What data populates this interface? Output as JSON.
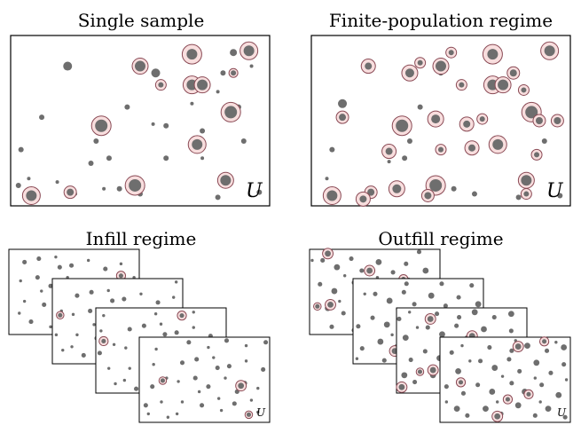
{
  "colors": {
    "point": "#6e6e6e",
    "ring_fill": "#f8dede",
    "ring_stroke": "#8a4a55",
    "frame": "#000000"
  },
  "panels": {
    "single": {
      "title": "Single sample",
      "region_label": "U",
      "points": [
        [
          0.22,
          0.18,
          5
        ],
        [
          0.56,
          0.22,
          5
        ],
        [
          0.86,
          0.1,
          4
        ],
        [
          0.82,
          0.22,
          3
        ],
        [
          0.45,
          0.42,
          3
        ],
        [
          0.12,
          0.48,
          3
        ],
        [
          0.6,
          0.53,
          3
        ],
        [
          0.04,
          0.67,
          3
        ],
        [
          0.33,
          0.62,
          3
        ],
        [
          0.31,
          0.75,
          3
        ],
        [
          0.38,
          0.72,
          3
        ],
        [
          0.6,
          0.72,
          3
        ],
        [
          0.74,
          0.72,
          2
        ],
        [
          0.9,
          0.62,
          3
        ],
        [
          0.42,
          0.9,
          3
        ],
        [
          0.5,
          0.93,
          3
        ],
        [
          0.8,
          0.95,
          3
        ],
        [
          0.36,
          0.9,
          2
        ],
        [
          0.07,
          0.84,
          2
        ],
        [
          0.03,
          0.88,
          3
        ],
        [
          0.83,
          0.47,
          3
        ],
        [
          0.88,
          0.42,
          3
        ],
        [
          0.7,
          0.4,
          2
        ],
        [
          0.8,
          0.33,
          2
        ],
        [
          0.74,
          0.56,
          3
        ],
        [
          0.96,
          0.92,
          3
        ],
        [
          0.25,
          0.93,
          2
        ],
        [
          0.18,
          0.86,
          2
        ],
        [
          0.93,
          0.18,
          2
        ],
        [
          0.55,
          0.52,
          2
        ]
      ],
      "ringed": [
        [
          0.7,
          0.11,
          6,
          11
        ],
        [
          0.92,
          0.09,
          6,
          10
        ],
        [
          0.5,
          0.18,
          6,
          9
        ],
        [
          0.58,
          0.29,
          3,
          6
        ],
        [
          0.7,
          0.29,
          6,
          10
        ],
        [
          0.74,
          0.29,
          6,
          9
        ],
        [
          0.85,
          0.45,
          7,
          11
        ],
        [
          0.35,
          0.53,
          7,
          11
        ],
        [
          0.72,
          0.64,
          6,
          10
        ],
        [
          0.48,
          0.88,
          7,
          11
        ],
        [
          0.83,
          0.85,
          6,
          9
        ],
        [
          0.08,
          0.94,
          6,
          10
        ],
        [
          0.23,
          0.92,
          4,
          7
        ],
        [
          0.86,
          0.22,
          3,
          5
        ]
      ]
    },
    "finite": {
      "title": "Finite-population regime",
      "region_label": "U",
      "points": [
        [
          0.12,
          0.4,
          5
        ],
        [
          0.08,
          0.67,
          3
        ],
        [
          0.9,
          0.1,
          4
        ],
        [
          0.84,
          0.45,
          3
        ],
        [
          0.96,
          0.94,
          3
        ],
        [
          0.42,
          0.42,
          3
        ],
        [
          0.6,
          0.53,
          3
        ],
        [
          0.36,
          0.72,
          3
        ],
        [
          0.38,
          0.62,
          3
        ],
        [
          0.55,
          0.9,
          3
        ],
        [
          0.63,
          0.93,
          3
        ],
        [
          0.8,
          0.95,
          3
        ],
        [
          0.06,
          0.84,
          2
        ],
        [
          0.9,
          0.62,
          3
        ],
        [
          0.5,
          0.22,
          3
        ],
        [
          0.3,
          0.74,
          2
        ]
      ],
      "ringed": [
        [
          0.7,
          0.11,
          6,
          11
        ],
        [
          0.92,
          0.09,
          6,
          10
        ],
        [
          0.5,
          0.18,
          6,
          9
        ],
        [
          0.58,
          0.29,
          3,
          6
        ],
        [
          0.7,
          0.29,
          6,
          10
        ],
        [
          0.74,
          0.29,
          6,
          9
        ],
        [
          0.85,
          0.45,
          7,
          11
        ],
        [
          0.35,
          0.53,
          7,
          11
        ],
        [
          0.72,
          0.64,
          6,
          10
        ],
        [
          0.48,
          0.88,
          7,
          11
        ],
        [
          0.83,
          0.85,
          6,
          9
        ],
        [
          0.08,
          0.94,
          6,
          10
        ],
        [
          0.23,
          0.92,
          4,
          7
        ],
        [
          0.22,
          0.18,
          4,
          8
        ],
        [
          0.38,
          0.22,
          5,
          9
        ],
        [
          0.54,
          0.1,
          3,
          6
        ],
        [
          0.78,
          0.22,
          4,
          7
        ],
        [
          0.82,
          0.32,
          3,
          6
        ],
        [
          0.88,
          0.5,
          4,
          7
        ],
        [
          0.12,
          0.48,
          4,
          7
        ],
        [
          0.6,
          0.52,
          4,
          8
        ],
        [
          0.66,
          0.49,
          3,
          6
        ],
        [
          0.62,
          0.66,
          4,
          8
        ],
        [
          0.5,
          0.67,
          3,
          6
        ],
        [
          0.3,
          0.68,
          4,
          8
        ],
        [
          0.33,
          0.9,
          5,
          9
        ],
        [
          0.2,
          0.96,
          4,
          8
        ],
        [
          0.45,
          0.94,
          4,
          7
        ],
        [
          0.83,
          0.93,
          3,
          6
        ],
        [
          0.95,
          0.5,
          4,
          7
        ],
        [
          0.48,
          0.49,
          5,
          9
        ],
        [
          0.42,
          0.16,
          3,
          6
        ],
        [
          0.87,
          0.7,
          3,
          6
        ]
      ]
    },
    "infill": {
      "title": "Infill regime",
      "region_label": "U",
      "points": [
        [
          0.1,
          0.12,
          3
        ],
        [
          0.2,
          0.08,
          3
        ],
        [
          0.32,
          0.06,
          2
        ],
        [
          0.46,
          0.16,
          3
        ],
        [
          0.58,
          0.1,
          2
        ],
        [
          0.7,
          0.2,
          3
        ],
        [
          0.84,
          0.14,
          2
        ],
        [
          0.06,
          0.34,
          2
        ],
        [
          0.18,
          0.3,
          3
        ],
        [
          0.3,
          0.4,
          3
        ],
        [
          0.42,
          0.3,
          2
        ],
        [
          0.56,
          0.36,
          3
        ],
        [
          0.68,
          0.42,
          2
        ],
        [
          0.82,
          0.4,
          3
        ],
        [
          0.92,
          0.3,
          2
        ],
        [
          0.1,
          0.58,
          2
        ],
        [
          0.24,
          0.62,
          3
        ],
        [
          0.36,
          0.54,
          2
        ],
        [
          0.5,
          0.6,
          3
        ],
        [
          0.62,
          0.56,
          2
        ],
        [
          0.76,
          0.62,
          3
        ],
        [
          0.9,
          0.58,
          2
        ],
        [
          0.14,
          0.82,
          3
        ],
        [
          0.28,
          0.88,
          2
        ],
        [
          0.44,
          0.8,
          3
        ],
        [
          0.58,
          0.86,
          2
        ],
        [
          0.72,
          0.82,
          3
        ],
        [
          0.86,
          0.9,
          2
        ],
        [
          0.36,
          0.18,
          3
        ],
        [
          0.78,
          0.72,
          2
        ],
        [
          0.52,
          0.46,
          3
        ],
        [
          0.22,
          0.46,
          2
        ],
        [
          0.66,
          0.7,
          2
        ],
        [
          0.4,
          0.68,
          2
        ],
        [
          0.94,
          0.76,
          2
        ],
        [
          0.04,
          0.72,
          2
        ]
      ],
      "ringed": [
        [
          0.82,
          0.26,
          3,
          6
        ],
        [
          0.56,
          0.4,
          4,
          7
        ],
        [
          0.72,
          0.58,
          3,
          5
        ],
        [
          0.88,
          0.34,
          3,
          5
        ],
        [
          0.5,
          0.86,
          3,
          6
        ],
        [
          0.62,
          0.74,
          3,
          5
        ]
      ]
    },
    "outfill": {
      "title": "Outfill regime",
      "region_label": "U",
      "points": [
        [
          0.08,
          0.1,
          3
        ],
        [
          0.18,
          0.18,
          4
        ],
        [
          0.28,
          0.08,
          3
        ],
        [
          0.38,
          0.22,
          3
        ],
        [
          0.5,
          0.12,
          4
        ],
        [
          0.6,
          0.24,
          3
        ],
        [
          0.72,
          0.14,
          3
        ],
        [
          0.86,
          0.22,
          4
        ],
        [
          0.94,
          0.1,
          2
        ],
        [
          0.06,
          0.38,
          3
        ],
        [
          0.16,
          0.46,
          4
        ],
        [
          0.3,
          0.36,
          3
        ],
        [
          0.42,
          0.46,
          4
        ],
        [
          0.54,
          0.38,
          3
        ],
        [
          0.66,
          0.5,
          4
        ],
        [
          0.78,
          0.4,
          3
        ],
        [
          0.9,
          0.48,
          3
        ],
        [
          0.1,
          0.66,
          4
        ],
        [
          0.24,
          0.72,
          3
        ],
        [
          0.36,
          0.62,
          4
        ],
        [
          0.48,
          0.74,
          3
        ],
        [
          0.6,
          0.66,
          4
        ],
        [
          0.72,
          0.76,
          3
        ],
        [
          0.84,
          0.66,
          4
        ],
        [
          0.94,
          0.74,
          3
        ],
        [
          0.14,
          0.88,
          3
        ],
        [
          0.3,
          0.92,
          3
        ],
        [
          0.44,
          0.86,
          4
        ],
        [
          0.58,
          0.92,
          3
        ],
        [
          0.7,
          0.88,
          4
        ],
        [
          0.82,
          0.94,
          3
        ],
        [
          0.24,
          0.28,
          2
        ],
        [
          0.48,
          0.3,
          2
        ],
        [
          0.74,
          0.32,
          2
        ],
        [
          0.2,
          0.58,
          2
        ],
        [
          0.52,
          0.58,
          2
        ],
        [
          0.78,
          0.58,
          2
        ],
        [
          0.34,
          0.8,
          2
        ],
        [
          0.64,
          0.82,
          2
        ],
        [
          0.9,
          0.86,
          2
        ]
      ],
      "ringed": [
        [
          0.12,
          0.6,
          4,
          7
        ],
        [
          0.3,
          0.56,
          3,
          6
        ],
        [
          0.42,
          0.2,
          4,
          7
        ],
        [
          0.46,
          0.5,
          3,
          6
        ],
        [
          0.58,
          0.42,
          4,
          7
        ],
        [
          0.22,
          0.76,
          4,
          7
        ],
        [
          0.68,
          0.3,
          3,
          6
        ],
        [
          0.86,
          0.36,
          3,
          6
        ],
        [
          0.8,
          0.8,
          4,
          7
        ],
        [
          0.38,
          0.84,
          4,
          7
        ],
        [
          0.1,
          0.9,
          4,
          7
        ],
        [
          0.58,
          0.78,
          3,
          6
        ],
        [
          0.94,
          0.62,
          3,
          5
        ]
      ]
    }
  }
}
